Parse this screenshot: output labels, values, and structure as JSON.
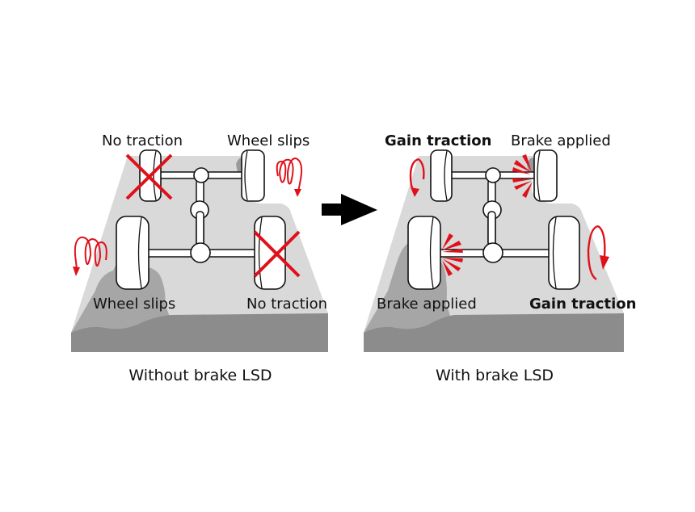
{
  "diagrams": {
    "left": {
      "caption": "Without brake LSD",
      "labels": {
        "front_left": "No traction",
        "front_right": "Wheel slips",
        "rear_left": "Wheel slips",
        "rear_right": "No traction"
      }
    },
    "right": {
      "caption": "With brake LSD",
      "labels": {
        "front_left": "Gain traction",
        "front_right": "Brake applied",
        "rear_left": "Brake applied",
        "rear_right": "Gain traction"
      }
    }
  },
  "arrow": {
    "direction": "right"
  },
  "colors": {
    "accent_red": "#e0101a",
    "ground_light": "#d9d9d9",
    "ground_dark": "#8c8c8c",
    "slip_patch": "#a6a6a6"
  },
  "icons": {
    "no_traction": "red-x-icon",
    "wheel_slip": "spiral-arrow-icon",
    "brake": "brake-burst-icon",
    "traction": "rotation-arrow-icon"
  }
}
